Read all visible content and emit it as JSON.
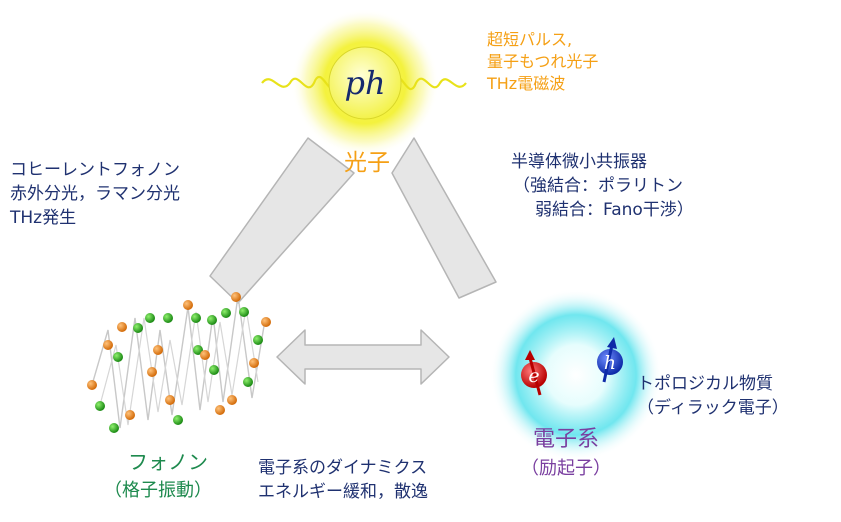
{
  "photon": {
    "symbol": "ph",
    "label": "光子",
    "features": [
      "超短パルス,",
      "量子もつれ光子",
      "THz電磁波"
    ]
  },
  "phonon": {
    "label_line1": "フォノン",
    "label_line2": "（格子振動）"
  },
  "electron": {
    "label_line1": "電子系",
    "label_line2": "（励起子）",
    "e_symbol": "e",
    "h_symbol": "h"
  },
  "links": {
    "photon_phonon": [
      "コヒーレントフォノン",
      "赤外分光，ラマン分光",
      "THz発生"
    ],
    "photon_electron": [
      "半導体微小共振器",
      "（強結合：ポラリトン",
      "弱結合：Fano干渉）"
    ],
    "phonon_electron": [
      "電子系のダイナミクス",
      "エネルギー緩和，散逸"
    ],
    "electron_material": [
      "トポロジカル物質",
      "（ディラック電子）"
    ]
  },
  "colors": {
    "text_navy": "#1f3170",
    "photon_orange": "#f5a015",
    "phonon_green": "#1e8a4e",
    "electron_purple": "#7a3fa0",
    "arrow_fill": "#e6e6e6",
    "arrow_stroke": "#b5b5b5"
  }
}
